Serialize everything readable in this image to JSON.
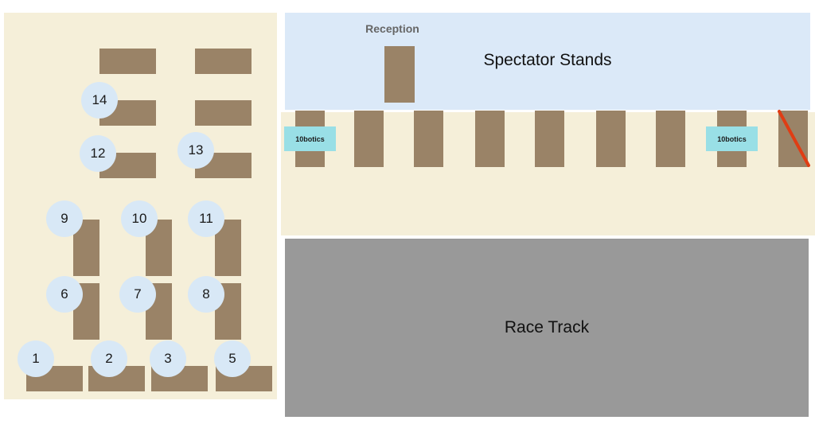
{
  "colors": {
    "room_floor": "#f5efd9",
    "stands": "#dbe9f8",
    "track": "#999999",
    "table": "#9a8367",
    "booth_circle": "#d8e8f6",
    "booth_text": "#1a1a1a",
    "tag_bg": "#99dfe6",
    "reception_text": "#666666",
    "marker": "#e03d14"
  },
  "labels": {
    "reception": "Reception",
    "stands": "Spectator Stands",
    "track": "Race Track",
    "sponsor_tag_left": "10botics",
    "sponsor_tag_right": "10botics"
  },
  "booths": {
    "b1": "1",
    "b2": "2",
    "b3": "3",
    "b5": "5",
    "b6": "6",
    "b7": "7",
    "b8": "8",
    "b9": "9",
    "b10": "10",
    "b11": "11",
    "b12": "12",
    "b13": "13",
    "b14": "14"
  }
}
